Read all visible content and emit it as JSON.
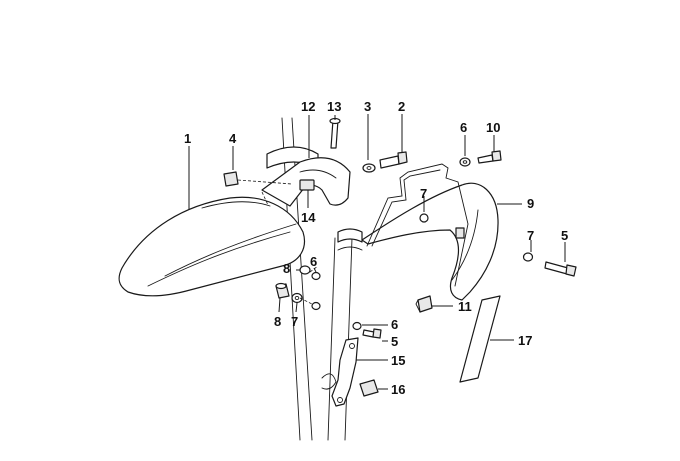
{
  "callouts": {
    "p1": "1",
    "p2": "2",
    "p3": "3",
    "p4": "4",
    "p5a": "5",
    "p5b": "5",
    "p6a": "6",
    "p6b": "6",
    "p6c": "6",
    "p7a": "7",
    "p7b": "7",
    "p7c": "7",
    "p8a": "8",
    "p8b": "8",
    "p9": "9",
    "p10": "10",
    "p11": "11",
    "p12": "12",
    "p13": "13",
    "p14": "14",
    "p15": "15",
    "p16": "16",
    "p17": "17"
  },
  "colors": {
    "line": "#1a1a1a",
    "background": "#ffffff"
  }
}
